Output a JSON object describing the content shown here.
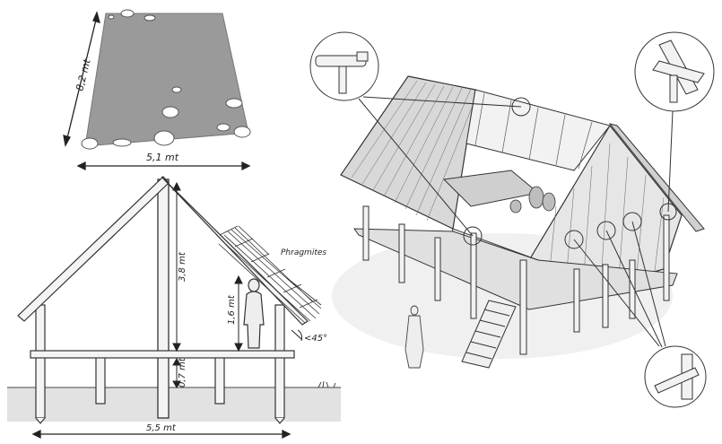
{
  "plan": {
    "length_label": "8,2 mt",
    "width_label": "5,1 mt"
  },
  "section": {
    "roof_height_label": "3,8 mt",
    "person_height_label": "1,6 mt",
    "floor_height_label": "0,7 mt",
    "base_width_label": "5,5 mt",
    "roof_material_label": "Phragmites",
    "roof_angle_label": "<45°"
  },
  "colors": {
    "floor_plan_fill": "#9a9a9a",
    "ink": "#222222",
    "ground_shade": "#e2e2e2"
  }
}
